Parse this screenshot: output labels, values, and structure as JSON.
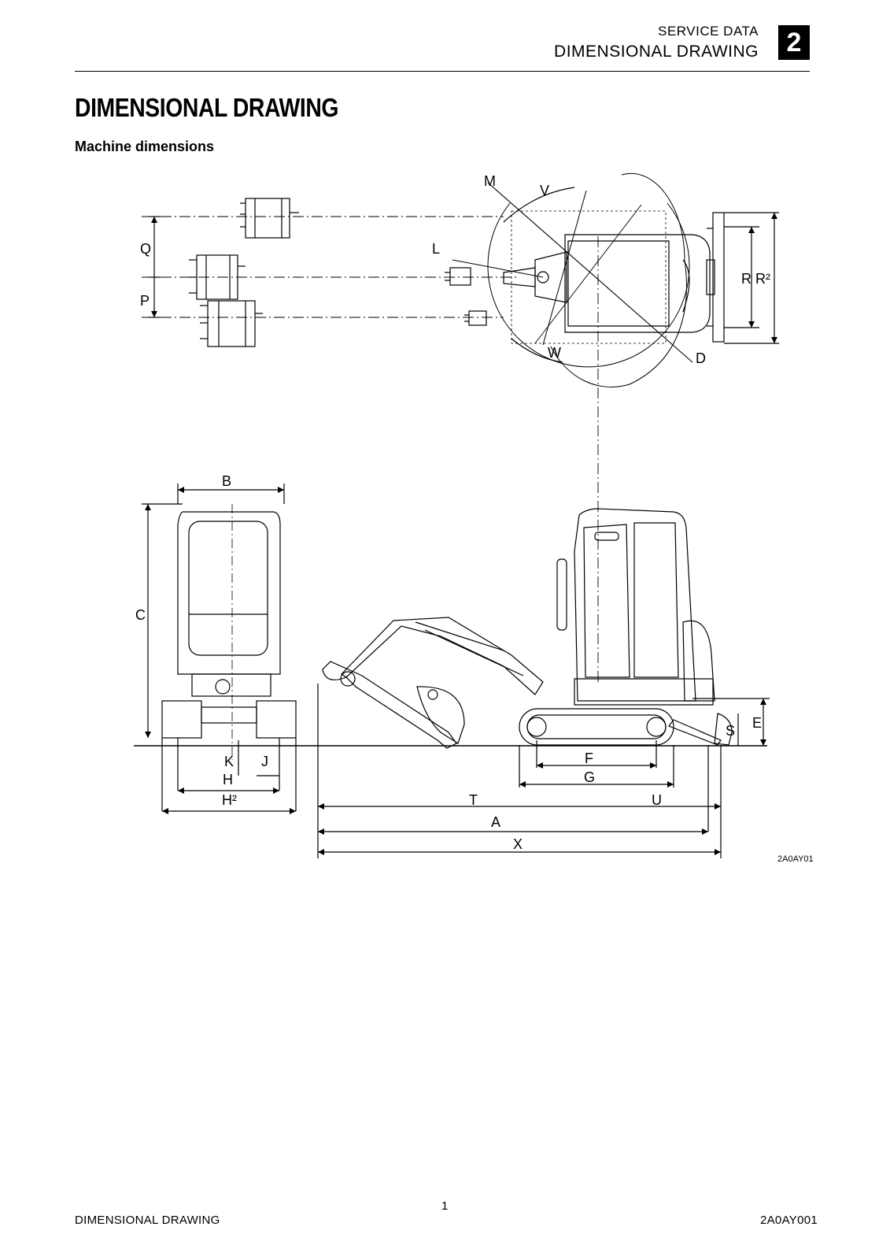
{
  "header": {
    "section": "SERVICE DATA",
    "chapter_title": "DIMENSIONAL DRAWING",
    "chapter_number": "2"
  },
  "page_title": "DIMENSIONAL DRAWING",
  "subtitle": "Machine dimensions",
  "drawing": {
    "labels": {
      "M": "M",
      "V": "V",
      "L": "L",
      "Q": "Q",
      "P": "P",
      "R": "R",
      "R2": "R²",
      "W": "W",
      "D": "D",
      "B": "B",
      "C": "C",
      "E": "E",
      "S": "S",
      "F": "F",
      "G": "G",
      "K": "K",
      "J": "J",
      "H": "H",
      "H2": "H²",
      "T": "T",
      "U": "U",
      "A": "A",
      "X": "X"
    },
    "figure_code": "2A0AY01"
  },
  "footer": {
    "left": "DIMENSIONAL DRAWING",
    "page_number": "1",
    "right": "2A0AY001"
  }
}
